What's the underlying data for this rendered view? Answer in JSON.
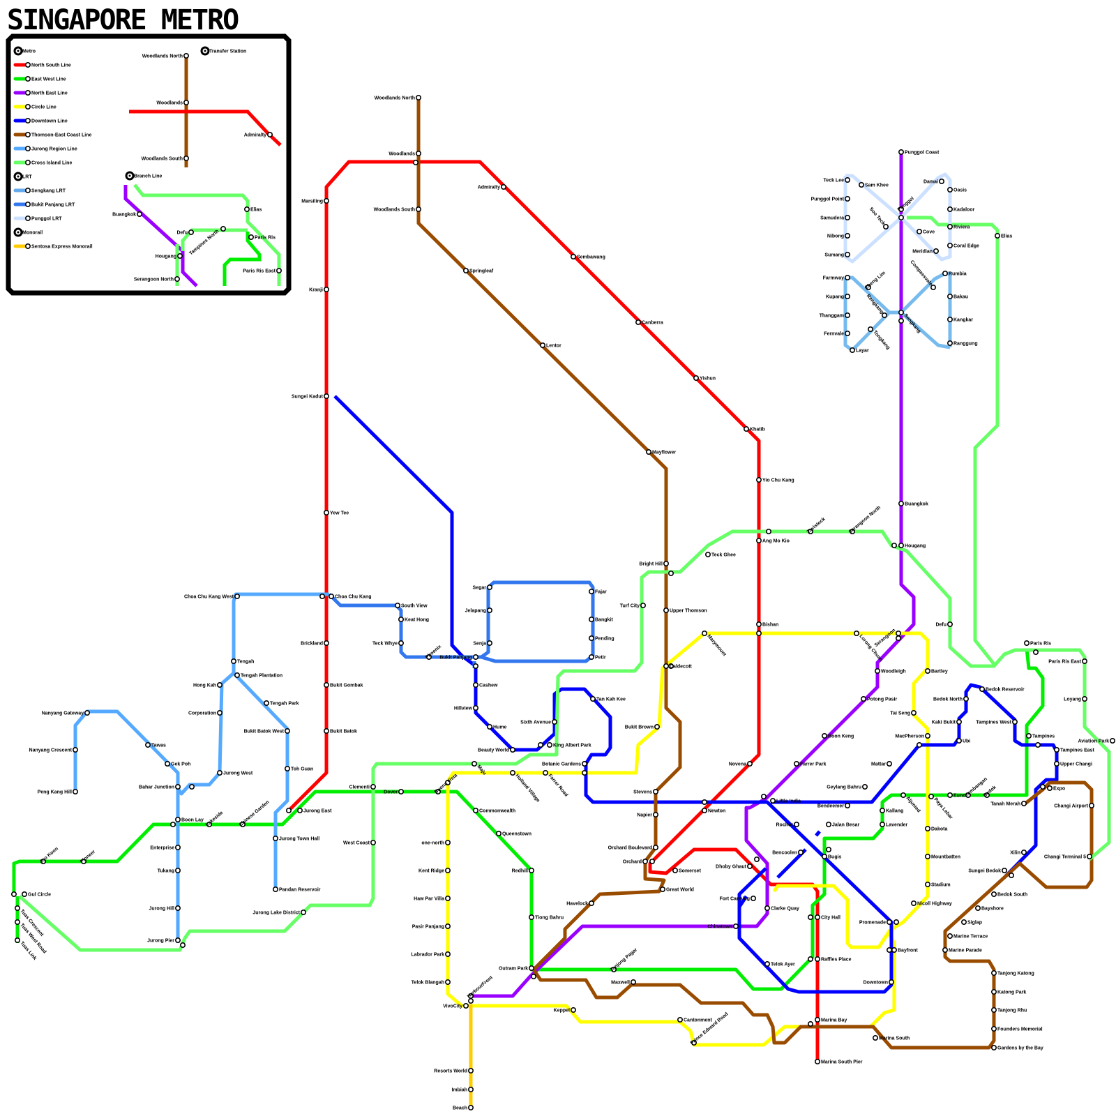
{
  "title": "SINGAPORE METRO",
  "legend": {
    "items": [
      {
        "label": "Metro",
        "kind": "station"
      },
      {
        "label": "North South Line",
        "color": "#ff0000"
      },
      {
        "label": "East West Line",
        "color": "#00ee00"
      },
      {
        "label": "North East Line",
        "color": "#9900ff"
      },
      {
        "label": "Circle Line",
        "color": "#ffff00"
      },
      {
        "label": "Downtown Line",
        "color": "#0000ff"
      },
      {
        "label": "Thomson-East Coast Line",
        "color": "#994c00"
      },
      {
        "label": "Jurong Region Line",
        "color": "#55aaff"
      },
      {
        "label": "Cross Island Line",
        "color": "#66ff66"
      },
      {
        "label": "LRT",
        "kind": "station"
      },
      {
        "label": "Sengkang LRT",
        "color": "#66aaee"
      },
      {
        "label": "Bukit Panjang LRT",
        "color": "#3377ee"
      },
      {
        "label": "Punggol LRT",
        "color": "#cce0ff"
      },
      {
        "label": "Monorail",
        "kind": "station"
      },
      {
        "label": "Sentosa Express Monorail",
        "color": "#ffcc00"
      }
    ],
    "transfer_label": "Transfer Station",
    "branch_label": "Branch Line",
    "example_stations": [
      "Woodlands North",
      "Woodlands",
      "Admiralty",
      "Woodlands South",
      "Buangkok",
      "Defu",
      "Tampines North",
      "Elias",
      "Paris Ris",
      "Hougang",
      "Paris Ris East",
      "Serangoon North"
    ]
  },
  "stations": [
    "Woodlands North",
    "Woodlands",
    "Woodlands South",
    "Admiralty",
    "Marsiling",
    "Kranji",
    "Sembawang",
    "Springleaf",
    "Canberra",
    "Lentor",
    "Yishun",
    "Sungei Kadut",
    "Khatib",
    "Mayflower",
    "Yio Chu Kang",
    "Yew Tee",
    "Ang Mo Kio",
    "Tavistock",
    "Serangoon North",
    "Buangkok",
    "Hougang",
    "Teck Ghee",
    "Bright Hill",
    "Upper Thomson",
    "Turf City",
    "Choa Chu Kang West",
    "Choa Chu Kang",
    "South View",
    "Keat Hong",
    "Segar",
    "Fajar",
    "Jelapang",
    "Bangkit",
    "Bishan",
    "Lorong Chuan",
    "Serangoon",
    "Defu",
    "Teck Whye",
    "Phoenix",
    "Senja",
    "Pending",
    "Petir",
    "Bukit Panjang",
    "Brickland",
    "Tengah",
    "Caldecott",
    "Marymount",
    "Bartley",
    "Woodleigh",
    "Paris Ris",
    "Paris Ris East",
    "Tengah Plantation",
    "Hong Kah",
    "Cashew",
    "Tan Kah Kee",
    "Bedok Reservoir",
    "Bedok North",
    "Bukit Gombak",
    "Tengah Park",
    "Potong Pasir",
    "Nanyang Gateway",
    "Corporation",
    "Hillview",
    "Tai Seng",
    "Kaki Bukit",
    "Loyang",
    "Bukit Brown",
    "Sixth Avenue",
    "Hume",
    "Bukit Batok West",
    "Bukit Batok",
    "Tampines West",
    "Boon Keng",
    "MacPherson",
    "Ubi",
    "Tampines",
    "Aviation Park",
    "Tawas",
    "King Albert Park",
    "Beauty World",
    "Tampines East",
    "Nanyang Crescent",
    "Gek Poh",
    "Toh Guan",
    "Botanic Gardens",
    "Novena",
    "Farrer Park",
    "Mattar",
    "Upper Changi",
    "Jurong West",
    "Maju",
    "Holland Village",
    "Farrer Road",
    "Bahar Junction",
    "Peng Kang Hill",
    "Expo",
    "Geylang Bahru",
    "Little India",
    "Stevens",
    "Aljunied",
    "Paya Lebar",
    "Eunos",
    "Kembangan",
    "Bedok",
    "Tanah Merah",
    "Changi Airport",
    "Clementi",
    "Dover",
    "Buona Vista",
    "Jurong East",
    "Newton",
    "Commonwealth",
    "Bendeemer",
    "Rochor",
    "Kallang",
    "Napier",
    "Jalan Besar",
    "Lavender",
    "Boon Lay",
    "Lakeside",
    "Chinese Garden",
    "Dakota",
    "Jurong Town Hall",
    "Queenstown",
    "West Coast",
    "one-north",
    "Orchard Boulevard",
    "Bencoolen",
    "Enterprise",
    "Xilin",
    "Orchard",
    "Somerset",
    "Bugis",
    "Mountbatten",
    "Changi Terminal 5",
    "Redhill",
    "Dhoby Ghaut",
    "Sungei Bedok",
    "Kent Ridge",
    "Tukang",
    "Joo Koon",
    "Pioneer",
    "Great World",
    "Stadium",
    "Bedok South",
    "Pandan Reservoir",
    "Gul Circle",
    "Haw Par Villa",
    "Fort Canning",
    "Havelock",
    "Nicoll Highway",
    "Bayshore",
    "Tuas Crescent",
    "Jurong Hill",
    "Jurong Lake District",
    "Clarke Quay",
    "Tiong Bahru",
    "Chinatown",
    "City Hall",
    "Pasir Panjang",
    "Tuas West Road",
    "Siglap",
    "Promenade",
    "Marine Terrace",
    "Jurong Pier",
    "Tuas Link",
    "Bayfront",
    "Marine Parade",
    "Labrador Park",
    "Tanjong Pagar",
    "Raffles Place",
    "Outram Park",
    "Telok Ayer",
    "Tanjong Katong",
    "Maxwell",
    "Telok Blangah",
    "HarbourFront",
    "Downtown",
    "Katong Park",
    "VivoCity",
    "Tanjong Rhu",
    "Keppel",
    "Cantonment",
    "Marina Bay",
    "Founders Memorial",
    "Marina South",
    "Prince Edward Road",
    "Gardens by the Bay",
    "Marina South Pier",
    "Resorts World",
    "Imbiah",
    "Beach",
    "Punggol Coast",
    "Teck Lee",
    "Sam Khee",
    "Damai",
    "Punggol Point",
    "Oasis",
    "Samudera",
    "Soo Teck",
    "Punggol",
    "Kadaloor",
    "Riviera",
    "Nibong",
    "Cove",
    "Coral Edge",
    "Sumang",
    "Meridian",
    "Farmway",
    "Cheng Lim",
    "Compassvale",
    "Rumbia",
    "Kupang",
    "Bakau",
    "Thanggam",
    "Rengkang",
    "Sengkang",
    "Kangkar",
    "Fernvale",
    "Tongkang",
    "Layar",
    "Ranggung",
    "Elias"
  ]
}
